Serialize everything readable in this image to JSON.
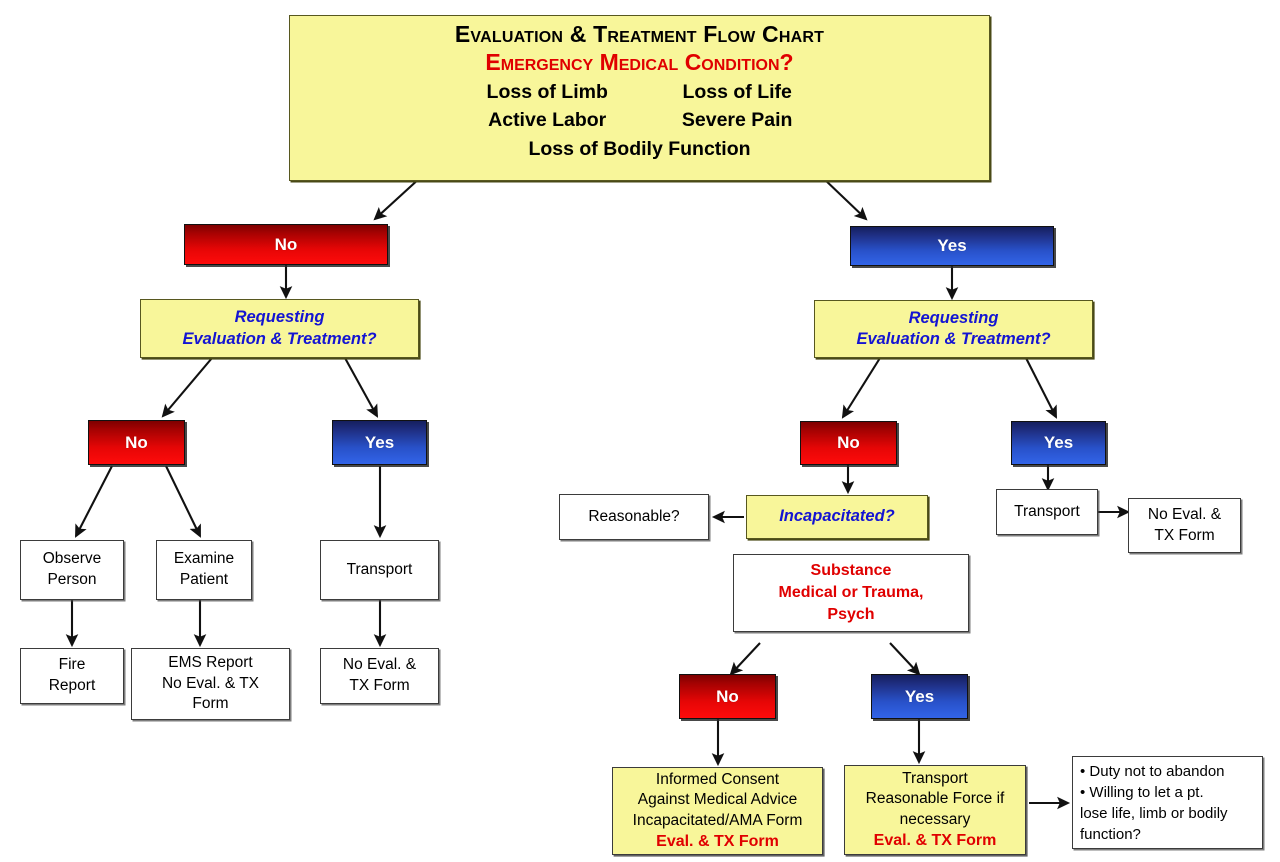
{
  "chart_data": {
    "type": "diagram",
    "title": "Evaluation & Treatment Flow Chart",
    "colors": {
      "yellow": "#F8F69A",
      "red_accent": "#E00000",
      "blue_text": "#1414D2",
      "no_box": "#FF0000",
      "yes_box": "#2851C9",
      "border": "#3B3B3B"
    }
  },
  "title_box": {
    "heading": "Evaluation & Treatment Flow Chart",
    "question": "Emergency Medical Condition?",
    "left_items": [
      "Loss of Limb",
      "Active Labor"
    ],
    "right_items": [
      "Loss of Life",
      "Severe Pain"
    ],
    "bottom_item": "Loss of Bodily Function"
  },
  "left_branch": {
    "root_label": "No",
    "question": {
      "line1": "Requesting",
      "line2": "Evaluation & Treatment?"
    },
    "no_label": "No",
    "yes_label": "Yes",
    "no_outcomes": [
      {
        "action": {
          "line1": "Observe",
          "line2": "Person"
        },
        "document": {
          "line1": "Fire",
          "line2": "Report"
        }
      },
      {
        "action": {
          "line1": "Examine",
          "line2": "Patient"
        },
        "document": {
          "line1": "EMS Report",
          "line2": "No Eval. & TX",
          "line3": "Form"
        }
      }
    ],
    "yes_outcome": {
      "action": {
        "line1": "Transport"
      },
      "document": {
        "line1": "No Eval. &",
        "line2": "TX Form"
      }
    }
  },
  "right_branch": {
    "root_label": "Yes",
    "question": {
      "line1": "Requesting",
      "line2": "Evaluation & Treatment?"
    },
    "no_label": "No",
    "yes_label": "Yes",
    "no_path": {
      "reasonable": "Reasonable?",
      "incapacitated": "Incapacitated?",
      "substance": {
        "line1": "Substance",
        "line2": "Medical or Trauma,",
        "line3": "Psych"
      },
      "no_label": "No",
      "yes_label": "Yes",
      "no_outcome": {
        "line1": "Informed Consent",
        "line2": "Against Medical Advice",
        "line3": "Incapacitated/AMA Form",
        "highlight": "Eval. & TX Form"
      },
      "yes_outcome": {
        "line1": "Transport",
        "line2": "Reasonable Force if",
        "line3": "necessary",
        "highlight": "Eval. & TX Form"
      },
      "considerations": {
        "bullet1": "•  Duty not to abandon",
        "bullet2": "•  Willing to let a pt.",
        "line3": "lose life, limb or bodily",
        "line4": "function?"
      }
    },
    "yes_path": {
      "action": "Transport",
      "document": {
        "line1": "No Eval. &",
        "line2": "TX Form"
      }
    }
  }
}
